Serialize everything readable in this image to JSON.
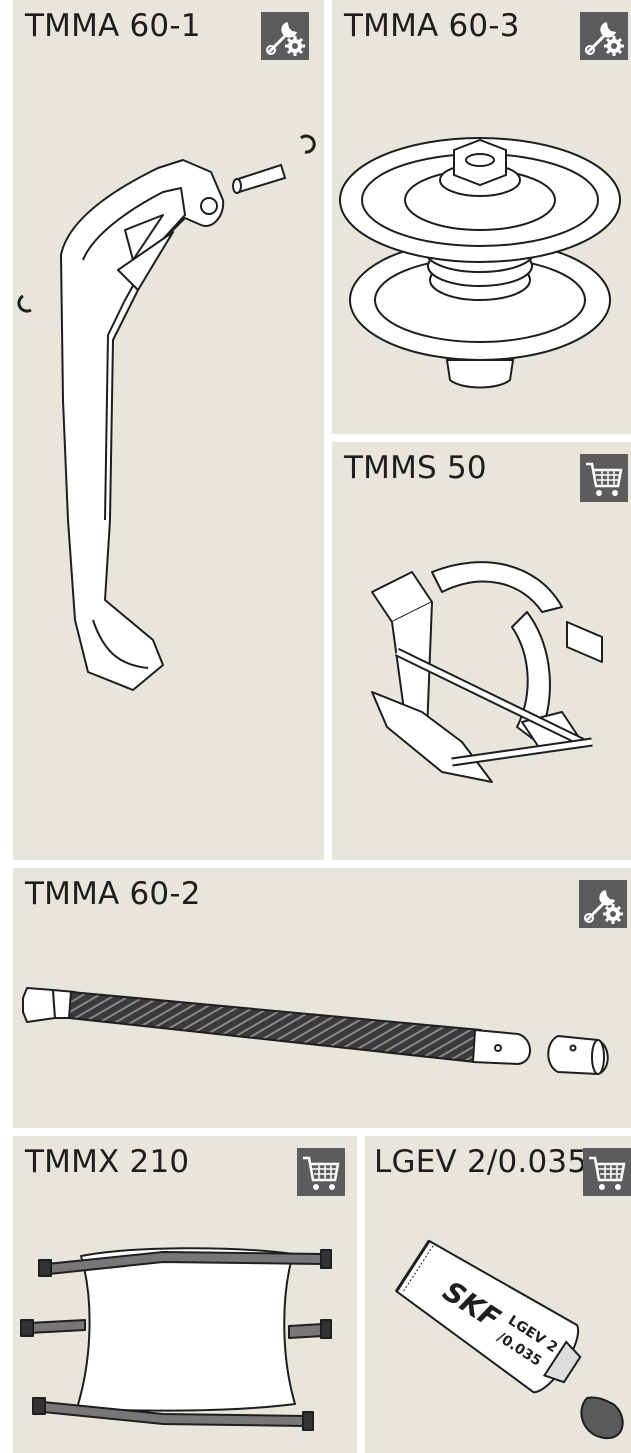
{
  "panels": {
    "p1": {
      "code": "TMMA 60-1",
      "badge_icon": "tools-icon"
    },
    "p2": {
      "code": "TMMA 60-3",
      "badge_icon": "tools-icon"
    },
    "p3": {
      "code": "TMMS 50",
      "badge_icon": "shopping-cart-icon"
    },
    "p4": {
      "code": "TMMA 60-2",
      "badge_icon": "tools-icon"
    },
    "p5": {
      "code": "TMMX 210",
      "badge_icon": "shopping-cart-icon"
    },
    "p6": {
      "code": "LGEV 2/0.035",
      "badge_icon": "shopping-cart-icon"
    }
  },
  "grease_tube": {
    "brand": "SKF",
    "label_line1": "LGEV 2",
    "label_line2": "/0.035"
  },
  "colors": {
    "panel_bg": "#e8e6db",
    "badge_bg": "#5c5c5c",
    "line": "#1e1e1e"
  }
}
